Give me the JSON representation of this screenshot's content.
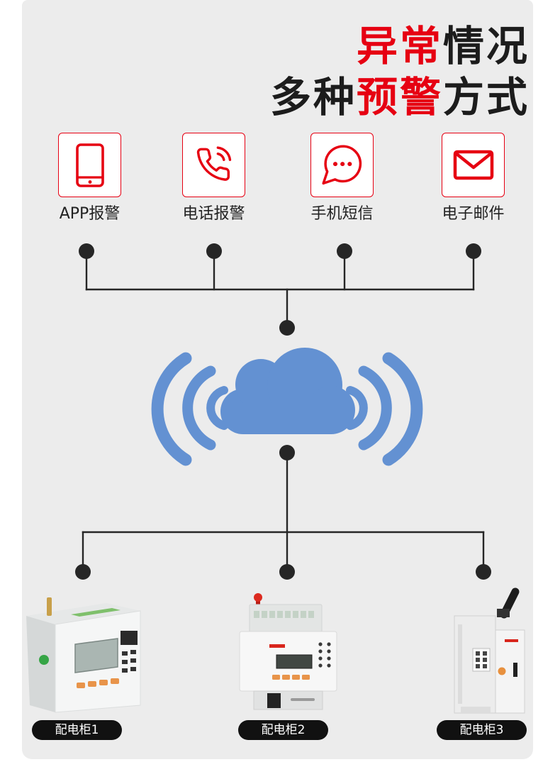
{
  "title": {
    "line1": {
      "accent": "异常",
      "rest": "情况"
    },
    "line2": {
      "before": "多种",
      "accent": "预警",
      "after": "方式"
    }
  },
  "alert_methods": [
    {
      "label": "APP报警",
      "icon": "mobile-phone-icon"
    },
    {
      "label": "电话报警",
      "icon": "telephone-icon"
    },
    {
      "label": "手机短信",
      "icon": "chat-bubble-icon"
    },
    {
      "label": "电子邮件",
      "icon": "envelope-icon"
    }
  ],
  "hub": {
    "icon": "cloud-icon"
  },
  "cabinets": [
    {
      "label": "配电柜1"
    },
    {
      "label": "配电柜2"
    },
    {
      "label": "配电柜3"
    }
  ],
  "colors": {
    "accent": "#e60012",
    "text": "#1c1c1c",
    "card_background": "#ececec",
    "cloud": "#6391d2",
    "connector": "#262626",
    "pill_background": "#111111",
    "pill_text": "#ffffff",
    "label_text": "#222222"
  }
}
